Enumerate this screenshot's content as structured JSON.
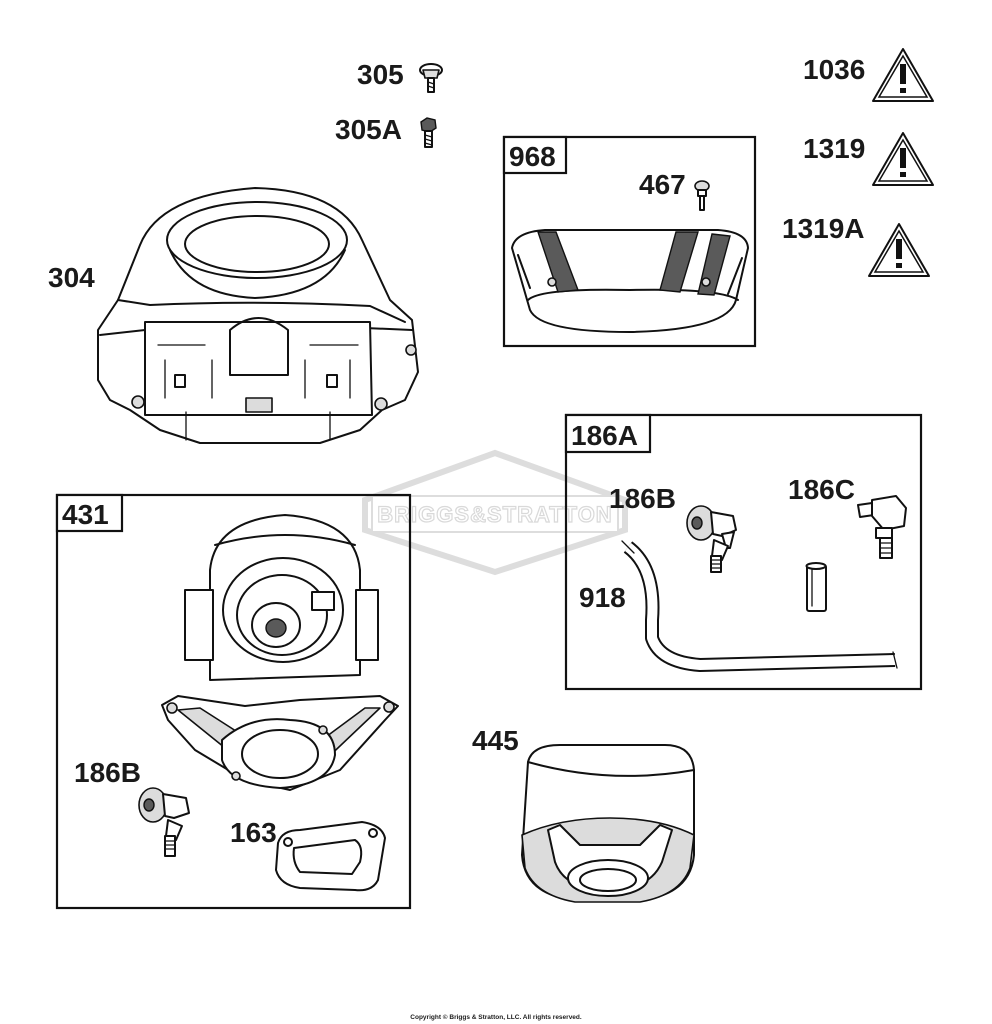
{
  "labels": {
    "p305": "305",
    "p305a": "305A",
    "p304": "304",
    "p968": "968",
    "p467": "467",
    "p1036": "1036",
    "p1319": "1319",
    "p1319a": "1319A",
    "p186a": "186A",
    "p186b_kit": "186B",
    "p186c": "186C",
    "p918": "918",
    "p431": "431",
    "p186b": "186B",
    "p163": "163",
    "p445": "445"
  },
  "watermark": "BRIGGS&STRATTON",
  "copyright": "Copyright © Briggs & Stratton, LLC. All rights reserved.",
  "icons": [
    "warning-icon",
    "screw-icon",
    "bolt-icon"
  ]
}
